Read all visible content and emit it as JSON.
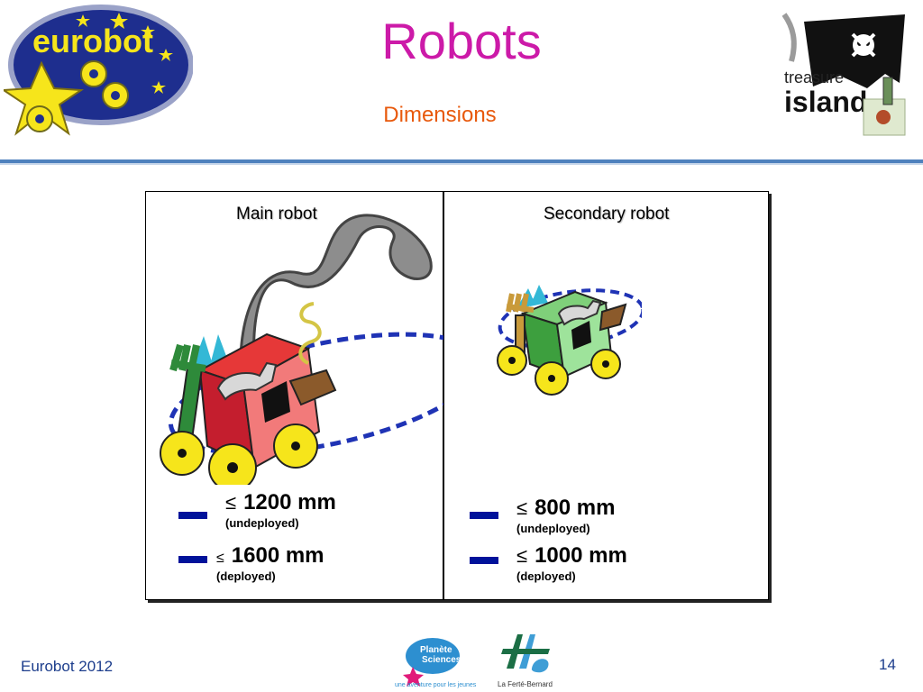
{
  "header": {
    "title": "Robots",
    "subtitle": "Dimensions"
  },
  "logos": {
    "left": {
      "name": "eurobot-logo",
      "text": "eurobot"
    },
    "right": {
      "name": "treasure-island-logo",
      "text_line1": "treasure",
      "text_line2": "island"
    },
    "footer_planete": {
      "text_line1": "Planète",
      "text_line2": "Sciences",
      "tagline": "une aventure pour les jeunes"
    },
    "footer_ferte": {
      "text": "La Ferté-Bernard"
    }
  },
  "table": {
    "columns": [
      {
        "label": "Main robot",
        "dims": [
          {
            "value": "1200 mm",
            "note": "(undeployed)"
          },
          {
            "value": "1600 mm",
            "note": "(deployed)"
          }
        ]
      },
      {
        "label": "Secondary robot",
        "dims": [
          {
            "value": "800 mm",
            "note": "(undeployed)"
          },
          {
            "value": "1000 mm",
            "note": "(deployed)"
          }
        ]
      }
    ],
    "le_symbol": "≤"
  },
  "colors": {
    "title": "#cc1aa8",
    "subtitle": "#e8590c",
    "rule": "#4f81bd",
    "dash": "#00129a",
    "footer_text": "#1c3d8c"
  },
  "footer": {
    "event": "Eurobot 2012",
    "page": "14"
  }
}
